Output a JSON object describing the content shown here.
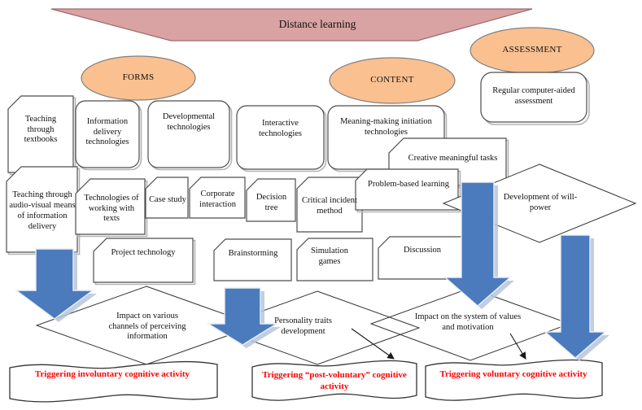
{
  "banner": {
    "title": "Distance learning"
  },
  "categories": {
    "forms": "FORMS",
    "content": "CONTENT",
    "assessment": "ASSESSMENT"
  },
  "assessment_box": {
    "label": "Regular computer-aided assessment"
  },
  "forms_boxes": {
    "textbooks": "Teaching through textbooks",
    "audio_visual": "Teaching through audio-visual means of information delivery"
  },
  "technology_boxes": {
    "information_delivery": "Information delivery technologies",
    "developmental": "Developmental technologies",
    "interactive": "Interactive technologies",
    "meaning_making": "Meaning-making initiation technologies",
    "creative_tasks": "Creative meaningful tasks",
    "working_with_texts": "Technologies of working with texts",
    "case_study": "Case study",
    "corporate_interaction": "Corporate interaction",
    "decision_tree": "Decision tree",
    "critical_incident": "Critical incident method",
    "problem_based": "Problem-based learning",
    "project": "Project technology",
    "brainstorming": "Brainstorming",
    "simulation_games": "Simulation games",
    "discussion": "Discussion"
  },
  "diamonds": {
    "will_power": "Development of will-power",
    "channels": "Impact on various channels of perceiving information",
    "personality": "Personality traits development",
    "values": "Impact on the system of values and motivation"
  },
  "outcomes": {
    "involuntary": "Triggering involuntary cognitive activity",
    "post_voluntary": "Triggering “post-voluntary” cognitive activity",
    "voluntary": "Triggering voluntary cognitive activity"
  },
  "colors": {
    "banner_fill": "#d9a3a3",
    "banner_border": "#9c6b6b",
    "ellipse_fill": "#fac090",
    "ellipse_border": "#808080",
    "arrow_blue": "#4b7bbd",
    "arrow_blue_shadow": "#b7c6d9",
    "outcome_text": "#ff0000",
    "shape_border": "#4d4d4d"
  }
}
